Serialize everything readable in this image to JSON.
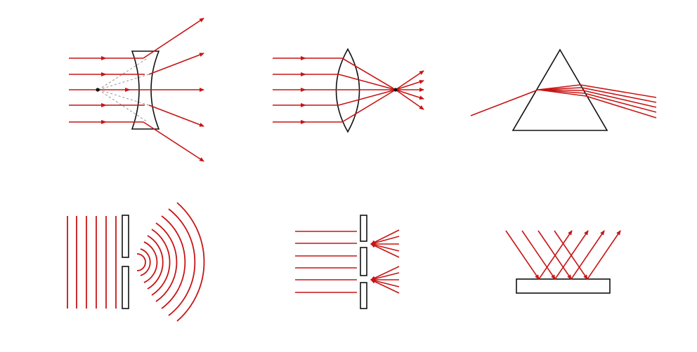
{
  "colors": {
    "ray": "#c81414",
    "object": "#111111",
    "construction": "#9a9a9a",
    "background": "#ffffff"
  },
  "panels": [
    {
      "id": "concave-lens",
      "objects": [
        "concave-lens",
        "focal-point",
        "incoming-rays",
        "diverging-rays",
        "virtual-ray-extensions"
      ]
    },
    {
      "id": "convex-lens",
      "objects": [
        "convex-lens",
        "incoming-rays",
        "converging-rays",
        "focal-point"
      ]
    },
    {
      "id": "prism-dispersion",
      "objects": [
        "triangular-prism",
        "incident-ray",
        "dispersed-rays"
      ]
    },
    {
      "id": "single-slit-diffraction",
      "objects": [
        "plane-wavefronts",
        "single-slit-barrier",
        "circular-wavefronts"
      ]
    },
    {
      "id": "double-slit",
      "objects": [
        "parallel-rays",
        "double-slit-barrier",
        "diffracted-ray-fans"
      ]
    },
    {
      "id": "reflection",
      "objects": [
        "reflecting-surface",
        "incident-rays",
        "reflected-rays"
      ]
    }
  ]
}
